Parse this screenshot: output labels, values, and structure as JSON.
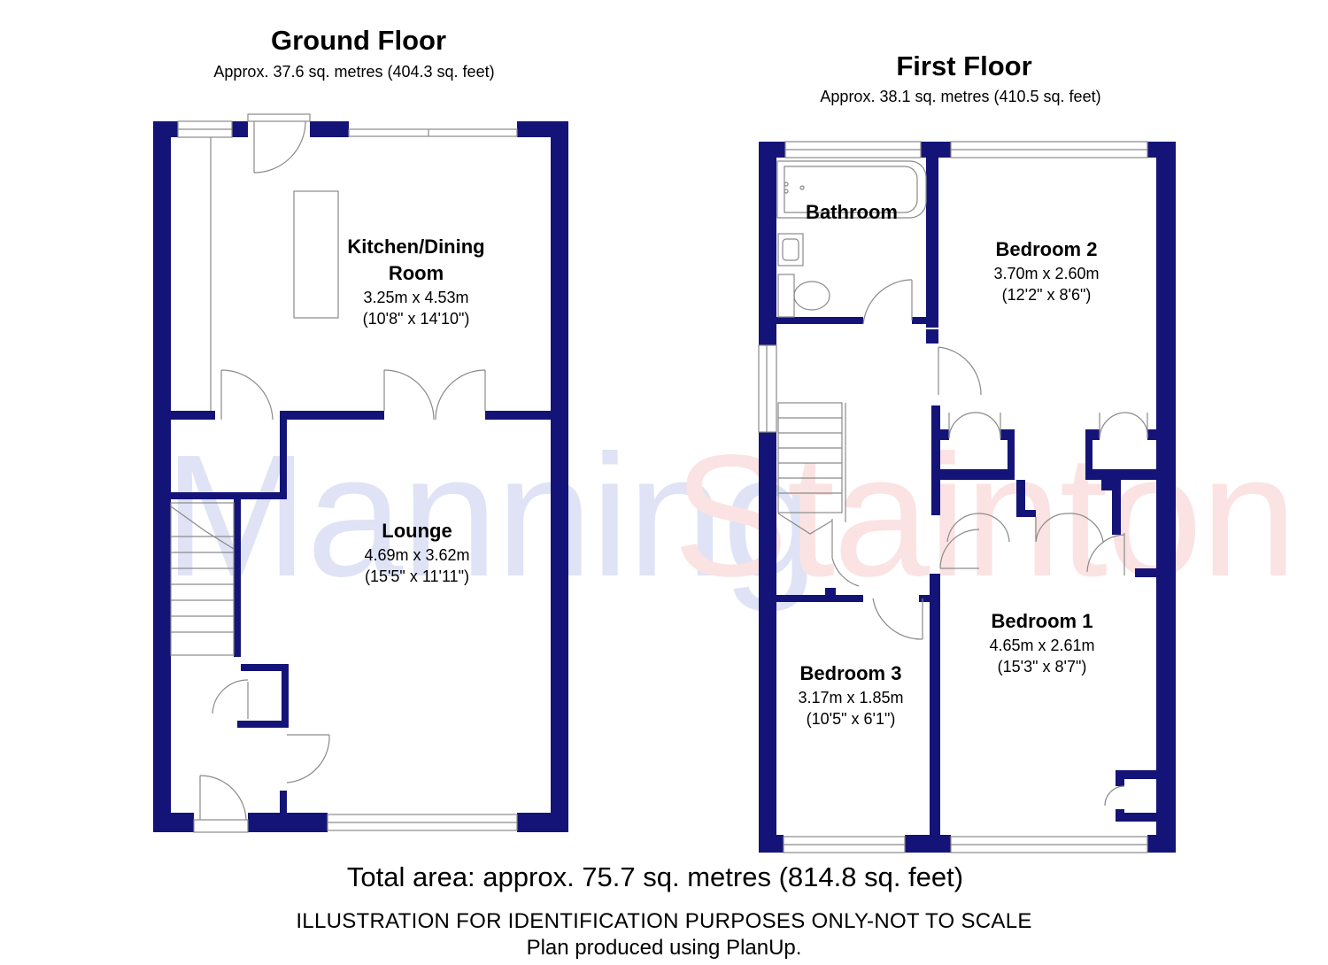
{
  "watermark": {
    "part1": "Manning",
    "part2": "Stainton",
    "color1": "#dfe3f5",
    "color2": "#fbe3e3"
  },
  "colors": {
    "wall": "#141478",
    "line": "#8a8a8a"
  },
  "ground_floor": {
    "title": "Ground Floor",
    "area": "Approx. 37.6 sq. metres (404.3 sq. feet)",
    "rooms": [
      {
        "name": "Kitchen/Dining Room",
        "name_line1": "Kitchen/Dining",
        "name_line2": "Room",
        "dim_metric": "3.25m x 4.53m",
        "dim_imperial": "(10'8\" x 14'10\")"
      },
      {
        "name": "Lounge",
        "dim_metric": "4.69m x 3.62m",
        "dim_imperial": "(15'5\" x 11'11\")"
      }
    ]
  },
  "first_floor": {
    "title": "First Floor",
    "area": "Approx. 38.1 sq. metres (410.5 sq. feet)",
    "rooms": [
      {
        "name": "Bathroom"
      },
      {
        "name": "Bedroom 2",
        "dim_metric": "3.70m x 2.60m",
        "dim_imperial": "(12'2\" x 8'6\")"
      },
      {
        "name": "Bedroom 1",
        "dim_metric": "4.65m x 2.61m",
        "dim_imperial": "(15'3\" x 8'7\")"
      },
      {
        "name": "Bedroom 3",
        "dim_metric": "3.17m x 1.85m",
        "dim_imperial": "(10'5\" x 6'1\")"
      }
    ]
  },
  "footer": {
    "total_area": "Total area: approx. 75.7 sq. metres (814.8 sq. feet)",
    "disclaimer": "ILLUSTRATION FOR IDENTIFICATION PURPOSES ONLY-NOT TO SCALE",
    "credit": "Plan produced using PlanUp."
  }
}
